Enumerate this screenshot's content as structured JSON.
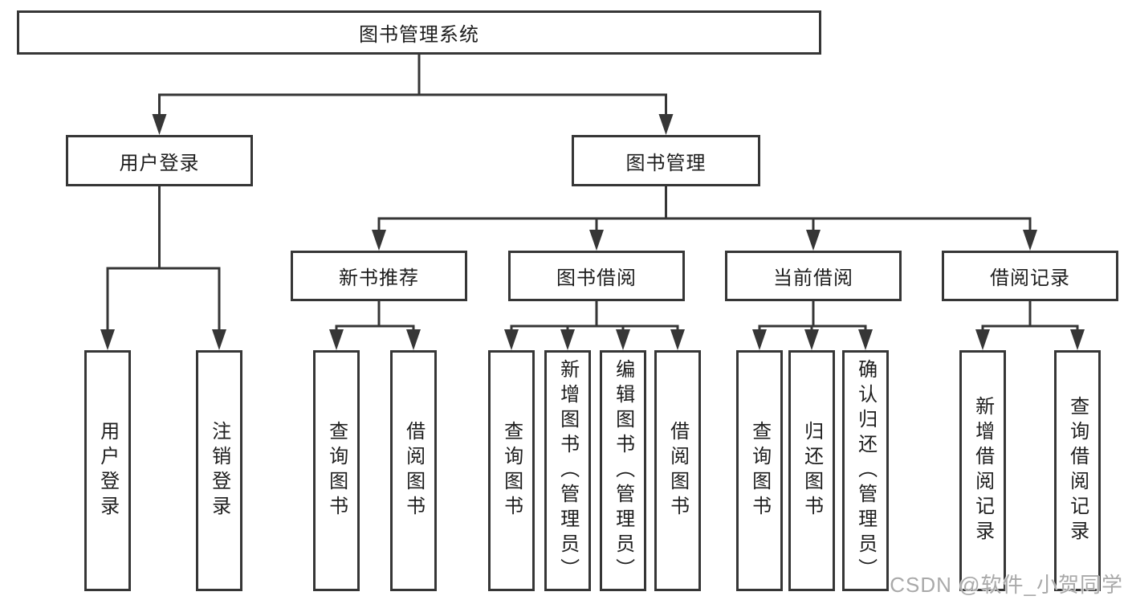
{
  "diagram": {
    "root": {
      "label": "图书管理系统"
    },
    "level1": [
      {
        "label": "用户登录"
      },
      {
        "label": "图书管理"
      }
    ],
    "level2": [
      {
        "label": "新书推荐"
      },
      {
        "label": "图书借阅"
      },
      {
        "label": "当前借阅"
      },
      {
        "label": "借阅记录"
      }
    ],
    "leaves": {
      "user": [
        "用户登录",
        "注销登录"
      ],
      "recommend": [
        "查询图书",
        "借阅图书"
      ],
      "borrow": [
        "查询图书",
        "新增图书（管理员）",
        "编辑图书（管理员）",
        "借阅图书"
      ],
      "current": [
        "查询图书",
        "归还图书",
        "确认归还（管理员）"
      ],
      "records": [
        "新增借阅记录",
        "查询借阅记录"
      ]
    }
  },
  "watermark": "CSDN @软件_小贺同学",
  "colors": {
    "line": "#363636",
    "border": "#363636",
    "text": "#1d1d1d",
    "background": "#ffffff",
    "watermark": "#a9a9a9"
  }
}
